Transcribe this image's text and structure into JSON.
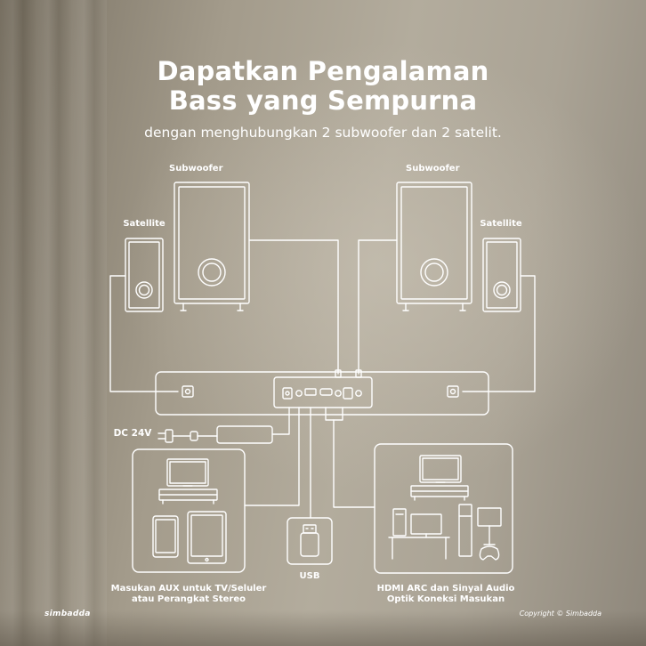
{
  "title_line1": "Dapatkan Pengalaman",
  "title_line2": "Bass yang Sempurna",
  "subtitle": "dengan menghubungkan 2 subwoofer dan 2 satelit.",
  "labels": {
    "subwoofer_left": "Subwoofer",
    "subwoofer_right": "Subwoofer",
    "satellite_left": "Satellite",
    "satellite_right": "Satellite",
    "dc": "DC 24V",
    "usb": "USB"
  },
  "captions": {
    "left_line1": "Masukan AUX untuk TV/Seluler",
    "left_line2": "atau Perangkat Stereo",
    "right_line1": "HDMI ARC dan Sinyal Audio",
    "right_line2": "Optik Koneksi Masukan"
  },
  "footer": {
    "brand": "simbadda",
    "copyright": "Copyright © Simbadda"
  },
  "colors": {
    "line": "#ffffff",
    "text": "#ffffff"
  }
}
